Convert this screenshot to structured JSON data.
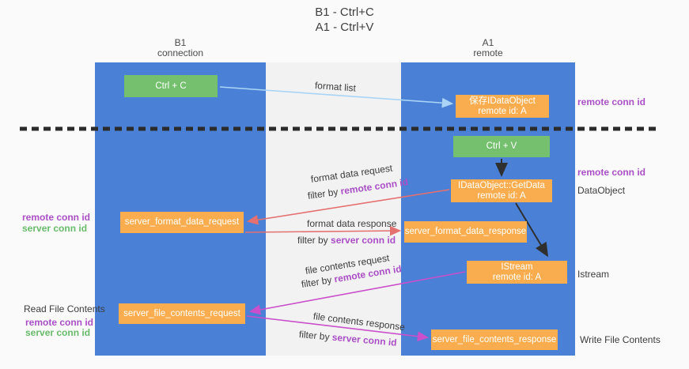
{
  "title": {
    "line1": "B1 - Ctrl+C",
    "line2": "A1 - Ctrl+V"
  },
  "lanes": {
    "left": {
      "name": "B1",
      "subtitle": "connection"
    },
    "right": {
      "name": "A1",
      "subtitle": "remote"
    }
  },
  "boxes": {
    "ctrl_c": "Ctrl + C",
    "ctrl_v": "Ctrl + V",
    "save_idataobject": {
      "line1": "保存IDataObject",
      "line2": "remote id: A"
    },
    "getdata": {
      "line1": "IDataObject::GetData",
      "line2": "remote id: A"
    },
    "istream": {
      "line1": "IStream",
      "line2": "remote id: A"
    },
    "format_request": "server_format_data_request",
    "format_response": "server_format_data_response",
    "file_request": "server_file_contents_request",
    "file_response": "server_file_contents_response"
  },
  "labels": {
    "format_list": "format list",
    "format_data_request": "format data request",
    "format_data_response": "format data response",
    "file_contents_request": "file contents request",
    "file_contents_response": "file contents response",
    "filter_by": "filter by ",
    "remote_conn_id": "remote conn id",
    "server_conn_id": "server conn id",
    "dataobject": "DataObject",
    "istream_side": "Istream",
    "read_file_contents": "Read File Contents",
    "write_file_contents": "Write File Contents"
  },
  "colors": {
    "lane_blue": "#4a80d5",
    "box_green": "#74c06e",
    "box_orange": "#f9ad4e",
    "arrow_red": "#e57070",
    "arrow_magenta": "#ca4fca",
    "arrow_lightblue": "#aad4f5",
    "arrow_black": "#2f2f2f",
    "label_purple": "#ab4fc7",
    "label_green": "#67bb6b",
    "dashed_line": "#2b2b2b"
  }
}
